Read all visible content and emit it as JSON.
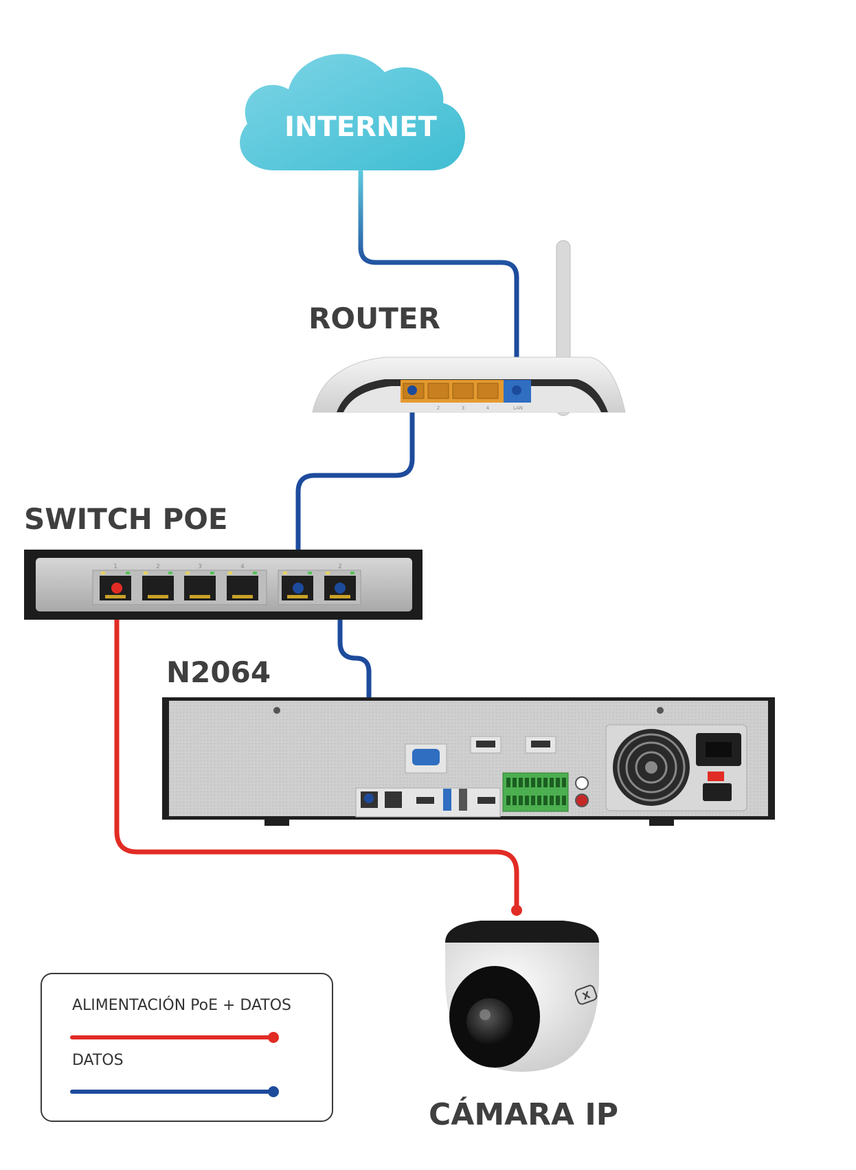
{
  "cloud": {
    "label": "INTERNET",
    "color": "#5ec8dc"
  },
  "router": {
    "label": "ROUTER",
    "port_numbers": [
      "",
      "2",
      "3",
      "4"
    ],
    "wan_label": "LAN"
  },
  "switch": {
    "label": "SWITCH POE",
    "port_numbers": [
      "1",
      "2",
      "3",
      "4",
      "",
      "2"
    ]
  },
  "nvr": {
    "label": "N2064"
  },
  "camera": {
    "label": "CÁMARA IP",
    "brand": "X"
  },
  "legend": {
    "poe_label": "ALIMENTACIÓN PoE + DATOS",
    "data_label": "DATOS",
    "poe_color": "#e12c25",
    "data_color": "#1d4b9c"
  }
}
